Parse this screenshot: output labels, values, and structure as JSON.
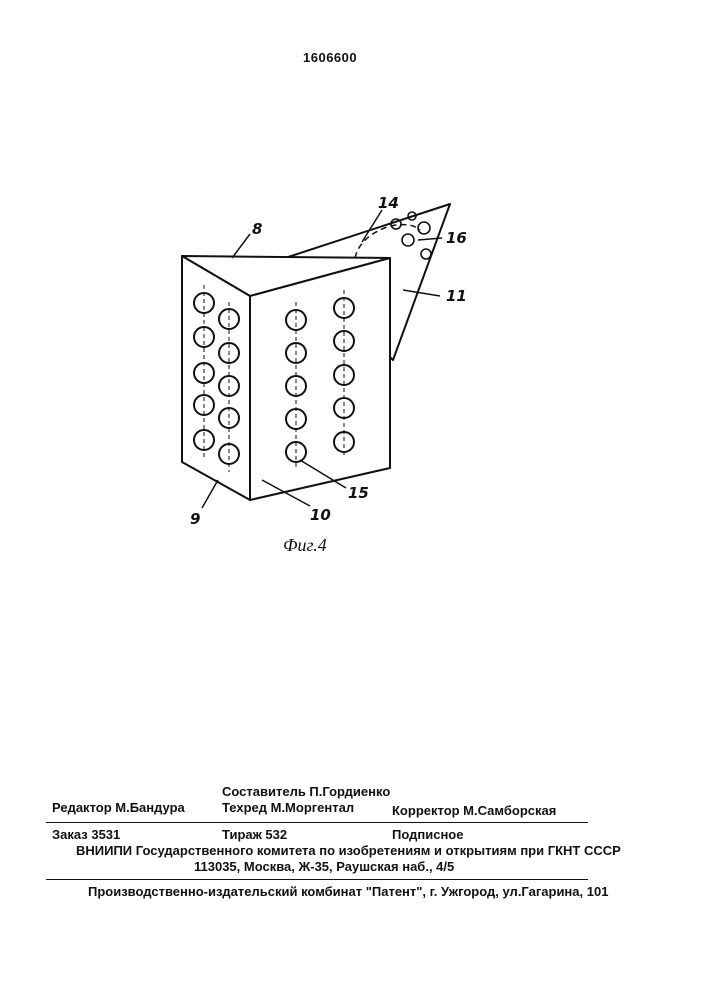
{
  "document": {
    "patent_number": "1606600",
    "figure_caption": "Фиг.4",
    "labels": {
      "l8": "8",
      "l14": "14",
      "l16": "16",
      "l11": "11",
      "l15": "15",
      "l9": "9",
      "l10": "10"
    },
    "colophon": {
      "compiler": "Составитель П.Гордиенко",
      "editor": "Редактор  М.Бандура",
      "techred": "Техред М.Моргентал",
      "corrector": "Корректор  М.Самборская",
      "order": "Заказ  3531",
      "circulation": "Тираж 532",
      "subscription": "Подписное",
      "vniipi": "ВНИИПИ Государственного комитета по изобретениям и открытиям при ГКНТ СССР",
      "address": "113035, Москва, Ж-35, Раушская наб., 4/5",
      "publisher": "Производственно-издательский комбинат \"Патент\", г. Ужгород, ул.Гагарина, 101"
    }
  }
}
